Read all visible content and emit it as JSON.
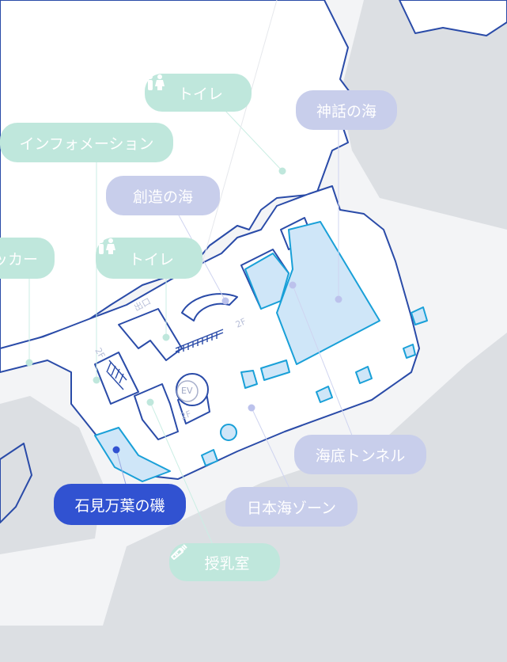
{
  "colors": {
    "background": "#f3f4f6",
    "building_grey": "#dcdfe3",
    "outline_blue": "#2a4ba8",
    "exhibit_fill": "#cfe6f8",
    "exhibit_stroke": "#19a0d8",
    "label_teal": "#bfe7dc",
    "label_lavender": "#c8ceeb",
    "label_selected": "#3152d1",
    "marker_teal": "#bfe7dc",
    "marker_lavender": "#bcc2ec",
    "marker_selected": "#3152d1"
  },
  "labels": {
    "toilet_top": "トイレ",
    "shinwa": "神話の海",
    "information": "インフォメーション",
    "souzou": "創造の海",
    "locker": "ッカー",
    "toilet_mid": "トイレ",
    "kaitei": "海底トンネル",
    "iwami": "石見万葉の磯",
    "nihonkai": "日本海ゾーン",
    "nursing": "授乳室"
  },
  "floor_marks": {
    "exit": "出口",
    "floor_2f_a": "2F",
    "floor_2f_b": "2F",
    "floor_2f_c": "2F",
    "elevator": "EV"
  },
  "icons": {
    "toilet": "restroom-icon",
    "nursing": "baby-bottle-icon"
  },
  "selected_label": "石見万葉の磯"
}
